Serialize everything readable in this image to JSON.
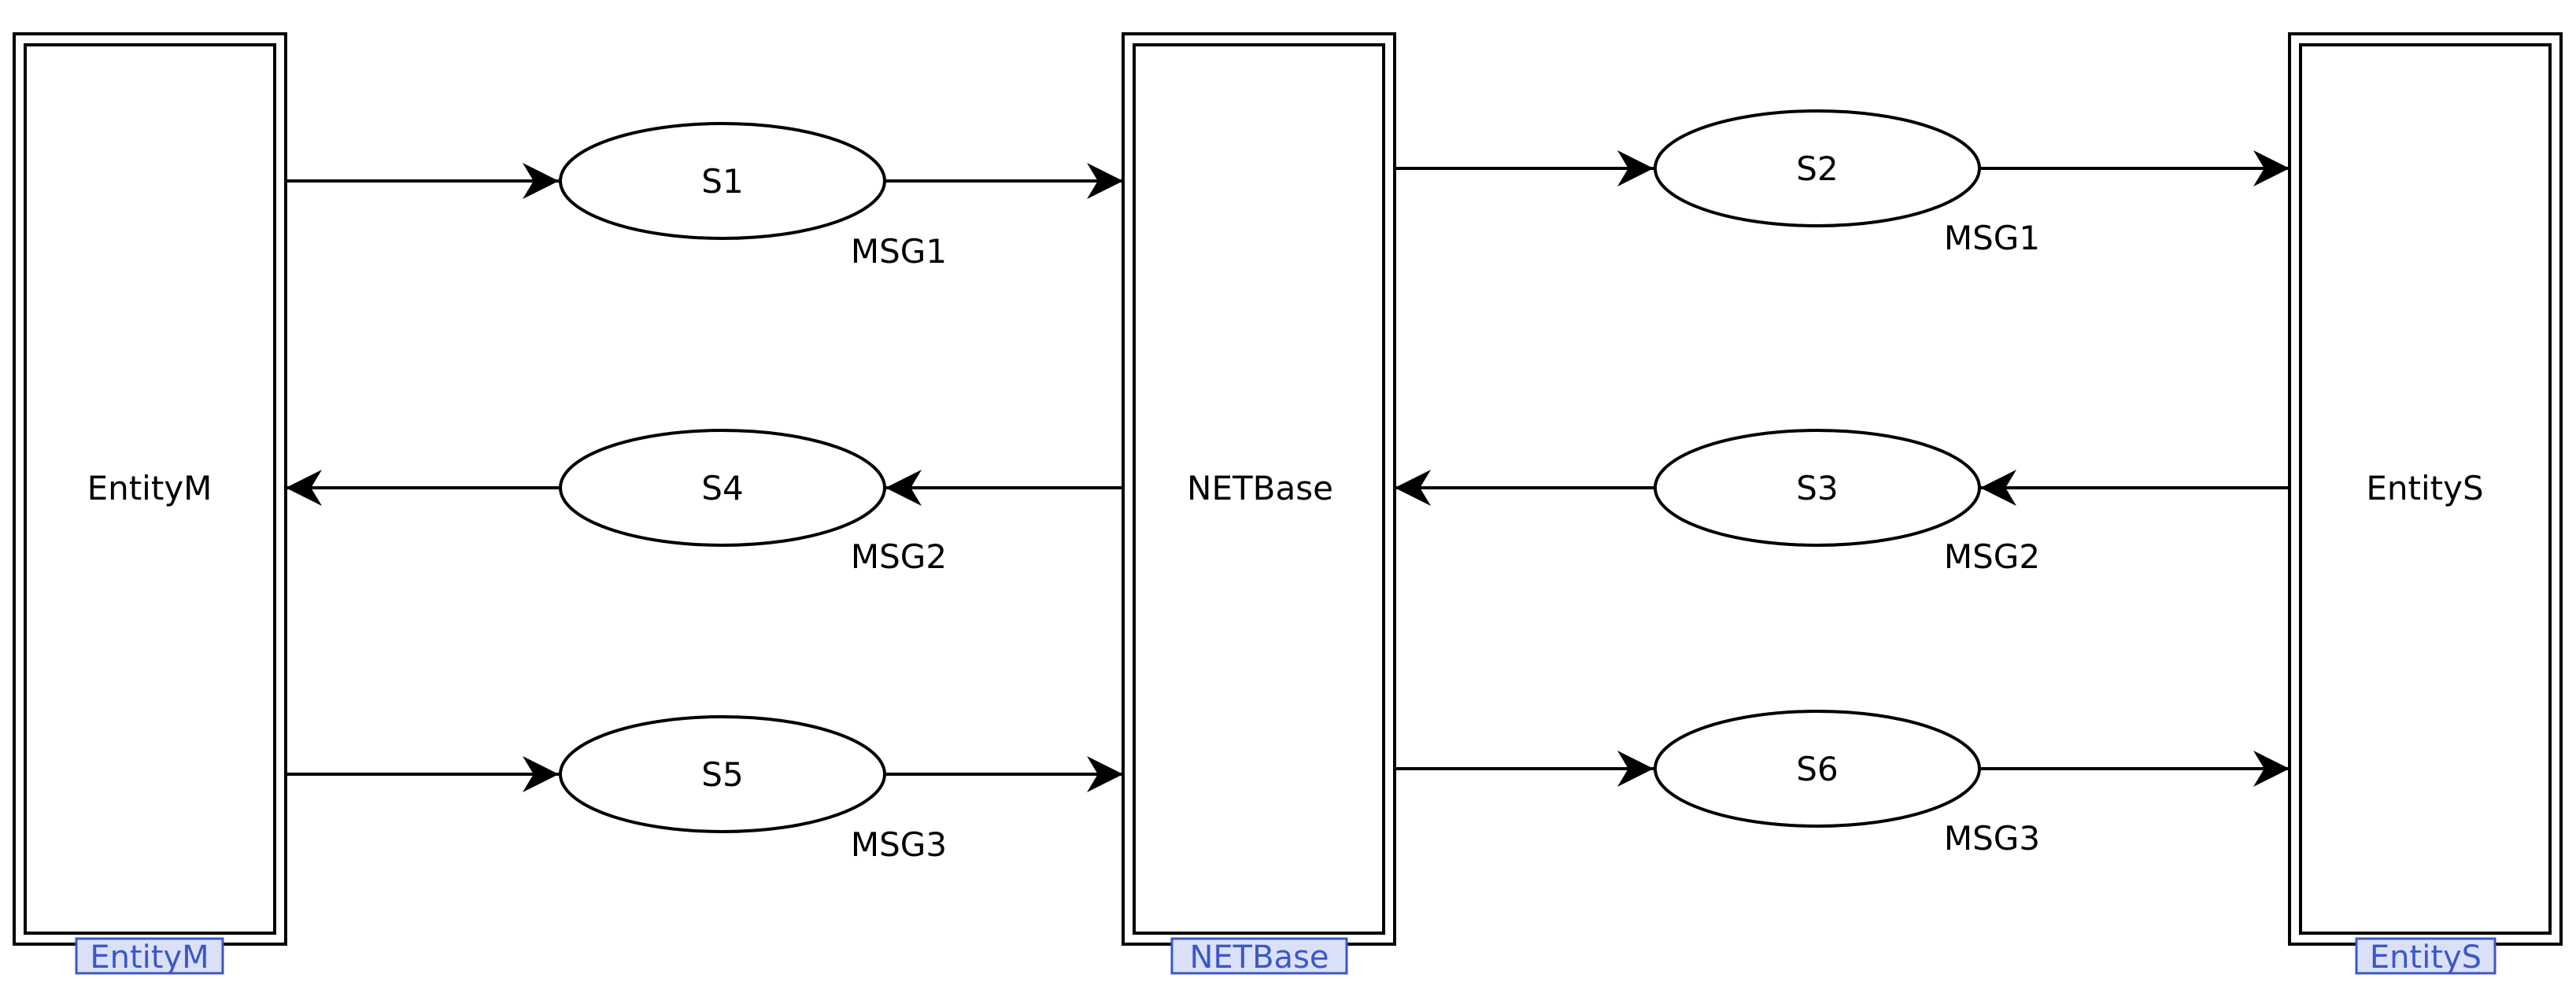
{
  "entities": [
    {
      "id": "entity-m",
      "label": "EntityM",
      "tag": "EntityM"
    },
    {
      "id": "netbase",
      "label": "NETBase",
      "tag": "NETBase"
    },
    {
      "id": "entity-s",
      "label": "EntityS",
      "tag": "EntityS"
    }
  ],
  "states": [
    {
      "id": "s1",
      "label": "S1",
      "message": "MSG1"
    },
    {
      "id": "s4",
      "label": "S4",
      "message": "MSG2"
    },
    {
      "id": "s5",
      "label": "S5",
      "message": "MSG3"
    },
    {
      "id": "s2",
      "label": "S2",
      "message": "MSG1"
    },
    {
      "id": "s3",
      "label": "S3",
      "message": "MSG2"
    },
    {
      "id": "s6",
      "label": "S6",
      "message": "MSG3"
    }
  ],
  "colors": {
    "stroke": "#000000",
    "tag_fill": "#dae0f8",
    "tag_stroke": "#3b58c6",
    "tag_text": "#3b58c6"
  }
}
